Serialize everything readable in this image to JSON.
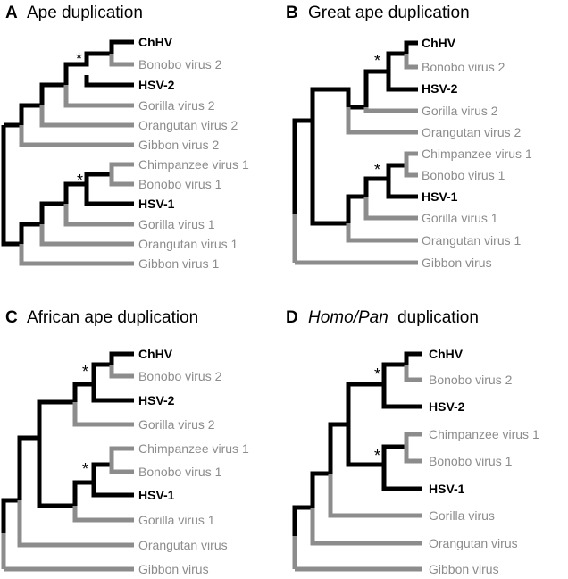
{
  "colors": {
    "highlight": "#000000",
    "gray": "#8c8c8c"
  },
  "panels": [
    {
      "letter": "A",
      "title": "Ape duplication",
      "taxa": [
        {
          "label": "ChHV",
          "highlight": true
        },
        {
          "label": "Bonobo virus 2",
          "highlight": false
        },
        {
          "label": "HSV-2",
          "highlight": true
        },
        {
          "label": "Gorilla virus 2",
          "highlight": false
        },
        {
          "label": "Orangutan virus 2",
          "highlight": false
        },
        {
          "label": "Gibbon virus 2",
          "highlight": false
        },
        {
          "label": "Chimpanzee virus 1",
          "highlight": false
        },
        {
          "label": "Bonobo virus 1",
          "highlight": false
        },
        {
          "label": "HSV-1",
          "highlight": true
        },
        {
          "label": "Gorilla virus 1",
          "highlight": false
        },
        {
          "label": "Orangutan virus 1",
          "highlight": false
        },
        {
          "label": "Gibbon virus 1",
          "highlight": false
        }
      ],
      "annotations": [
        "*",
        "*"
      ]
    },
    {
      "letter": "B",
      "title": "Great ape duplication",
      "taxa": [
        {
          "label": "ChHV",
          "highlight": true
        },
        {
          "label": "Bonobo virus 2",
          "highlight": false
        },
        {
          "label": "HSV-2",
          "highlight": true
        },
        {
          "label": "Gorilla virus 2",
          "highlight": false
        },
        {
          "label": "Orangutan virus 2",
          "highlight": false
        },
        {
          "label": "Chimpanzee virus 1",
          "highlight": false
        },
        {
          "label": "Bonobo virus 1",
          "highlight": false
        },
        {
          "label": "HSV-1",
          "highlight": true
        },
        {
          "label": "Gorilla virus 1",
          "highlight": false
        },
        {
          "label": "Orangutan virus 1",
          "highlight": false
        },
        {
          "label": "Gibbon virus",
          "highlight": false
        }
      ],
      "annotations": [
        "*",
        "*"
      ]
    },
    {
      "letter": "C",
      "title": "African ape duplication",
      "taxa": [
        {
          "label": "ChHV",
          "highlight": true
        },
        {
          "label": "Bonobo virus 2",
          "highlight": false
        },
        {
          "label": "HSV-2",
          "highlight": true
        },
        {
          "label": "Gorilla virus 2",
          "highlight": false
        },
        {
          "label": "Chimpanzee virus 1",
          "highlight": false
        },
        {
          "label": "Bonobo virus 1",
          "highlight": false
        },
        {
          "label": "HSV-1",
          "highlight": true
        },
        {
          "label": "Gorilla virus 1",
          "highlight": false
        },
        {
          "label": "Orangutan virus",
          "highlight": false
        },
        {
          "label": "Gibbon virus",
          "highlight": false
        }
      ],
      "annotations": [
        "*",
        "*"
      ]
    },
    {
      "letter": "D",
      "title_italic": "Homo/Pan",
      "title": "duplication",
      "taxa": [
        {
          "label": "ChHV",
          "highlight": true
        },
        {
          "label": "Bonobo virus 2",
          "highlight": false
        },
        {
          "label": "HSV-2",
          "highlight": true
        },
        {
          "label": "Chimpanzee virus 1",
          "highlight": false
        },
        {
          "label": "Bonobo virus 1",
          "highlight": false
        },
        {
          "label": "HSV-1",
          "highlight": true
        },
        {
          "label": "Gorilla virus",
          "highlight": false
        },
        {
          "label": "Orangutan virus",
          "highlight": false
        },
        {
          "label": "Gibbon virus",
          "highlight": false
        }
      ],
      "annotations": [
        "*",
        "*"
      ]
    }
  ]
}
